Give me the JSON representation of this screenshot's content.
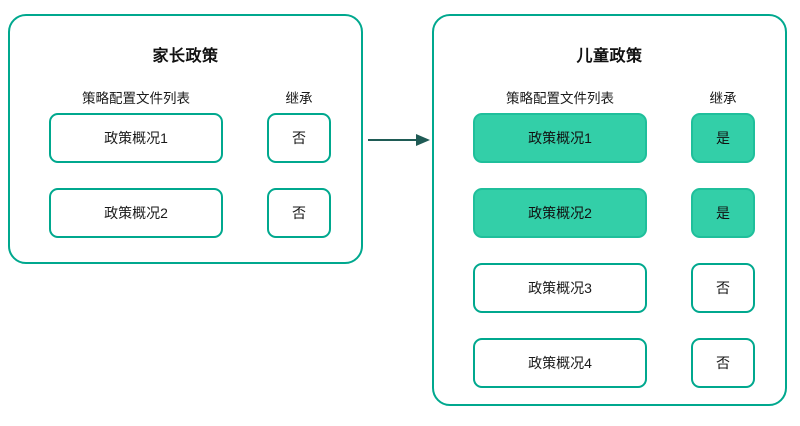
{
  "diagram": {
    "type": "flow-comparison",
    "arrow": {
      "name": "inheritance-arrow",
      "direction": "left-to-right",
      "color": "#1F5B55",
      "label": ""
    },
    "colors": {
      "accent_border": "#00A88E",
      "inherited_fill": "#33CFA8",
      "inherited_border": "#1FBF9B",
      "text": "#1a1a1a",
      "background": "#ffffff"
    }
  },
  "panels": [
    {
      "id": "parent-policy",
      "title": "家长政策",
      "headers": {
        "profiles": "策略配置文件列表",
        "inheritance": "继承"
      },
      "rows": [
        {
          "profile": "政策概况1",
          "inheritance": "否",
          "inherited": false
        },
        {
          "profile": "政策概况2",
          "inheritance": "否",
          "inherited": false
        }
      ]
    },
    {
      "id": "child-policy",
      "title": "儿童政策",
      "headers": {
        "profiles": "策略配置文件列表",
        "inheritance": "继承"
      },
      "rows": [
        {
          "profile": "政策概况1",
          "inheritance": "是",
          "inherited": true
        },
        {
          "profile": "政策概况2",
          "inheritance": "是",
          "inherited": true
        },
        {
          "profile": "政策概况3",
          "inheritance": "否",
          "inherited": false
        },
        {
          "profile": "政策概况4",
          "inheritance": "否",
          "inherited": false
        }
      ]
    }
  ]
}
